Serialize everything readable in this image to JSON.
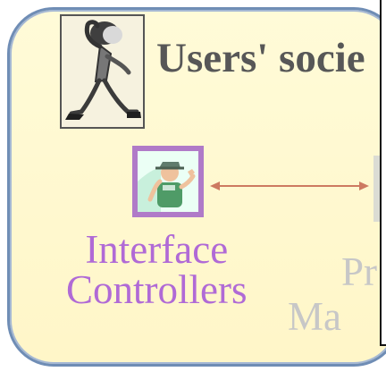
{
  "diagram": {
    "title": "Users' socie",
    "interface_controllers": {
      "line1": "Interface",
      "line2": "Controllers"
    },
    "faded_label": {
      "line1": "Pr",
      "line2": "Ma"
    }
  },
  "colors": {
    "panel_fill": "#fff7cf",
    "panel_border": "#6f8db5",
    "title_text": "#575757",
    "accent_label": "#b06ad6",
    "faded_text": "#c7c7c7",
    "arrow": "#cd7a61",
    "icon_border": "#b07ac8"
  },
  "icons": {
    "thinker": "thinker-icon",
    "controller": "controller-icon",
    "arrow": "double-arrow-icon"
  }
}
